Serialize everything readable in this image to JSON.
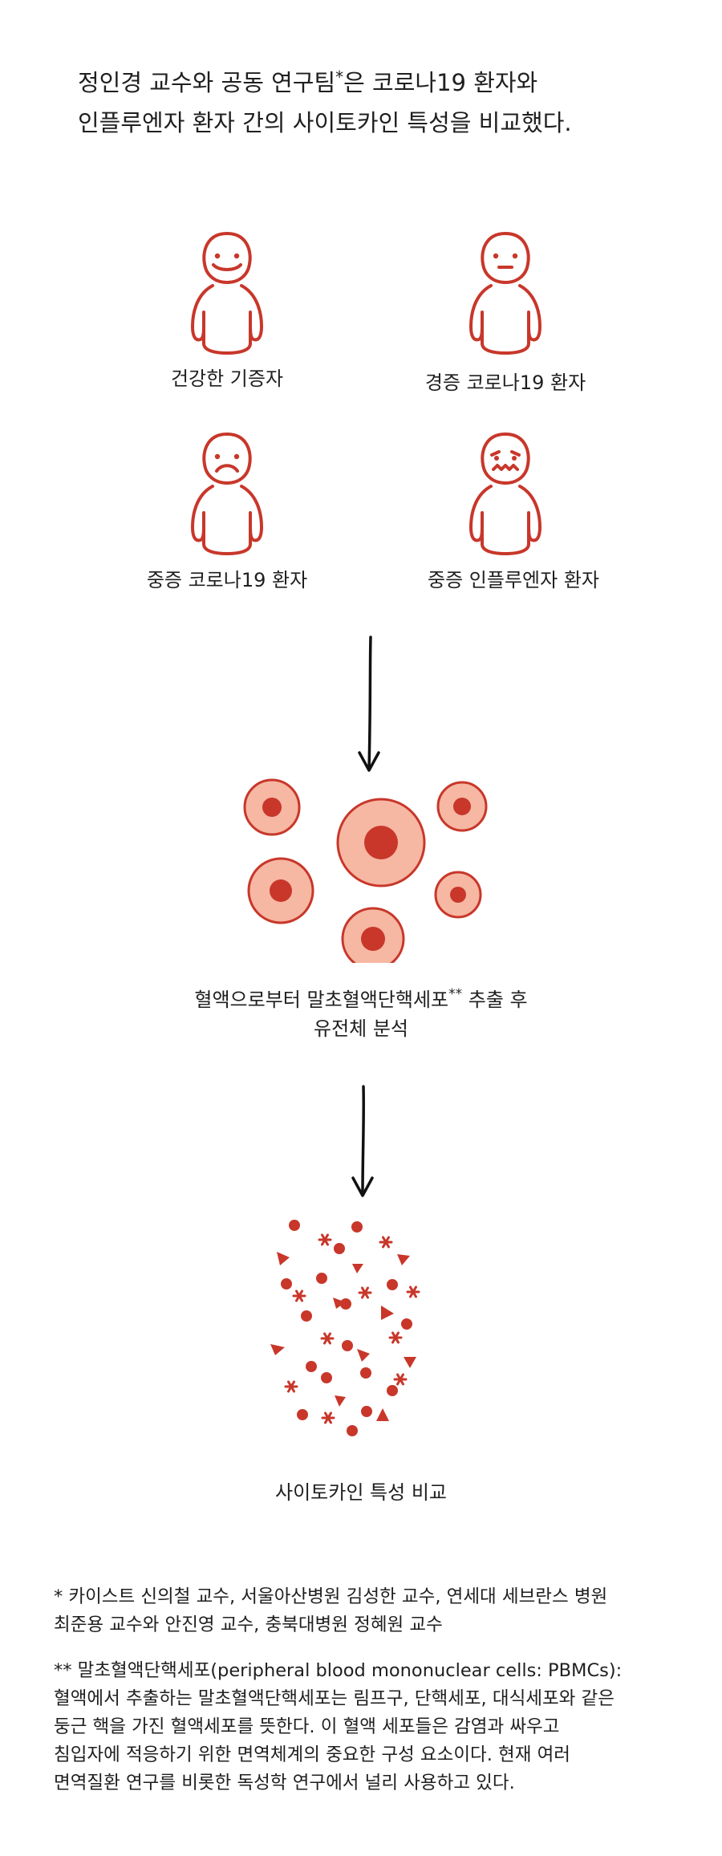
{
  "intro": {
    "line1_pre": "정인경 교수와 공동 연구팀",
    "line1_mark": "*",
    "line1_post": "은 코로나19 환자와",
    "line2": "인플루엔자 환자 간의 사이토카인 특성을 비교했다."
  },
  "groups": [
    {
      "label": "건강한 기증자",
      "face": "smile"
    },
    {
      "label": "경증 코로나19 환자",
      "face": "neutral"
    },
    {
      "label": "중증 코로나19 환자",
      "face": "sad"
    },
    {
      "label": "중증 인플루엔자 환자",
      "face": "sick"
    }
  ],
  "step_pbmc": {
    "line1_pre": "혈액으로부터 말초혈액단핵세포",
    "line1_mark": "**",
    "line1_post": " 추출 후",
    "line2": "유전체 분석"
  },
  "step_cytokine": {
    "label": "사이토카인 특성 비교"
  },
  "footnotes": [
    {
      "line1": "* 카이스트 신의철 교수, 서울아산병원 김성한 교수, 연세대 세브란스 병원",
      "line2": "최준용 교수와 안진영 교수, 충북대병원 정혜원 교수"
    },
    {
      "line1": "** 말초혈액단핵세포(peripheral blood mononuclear cells: PBMCs):",
      "line2": "혈액에서 추출하는 말초혈액단핵세포는 림프구, 단핵세포, 대식세포와 같은",
      "line3": "둥근 핵을 가진 혈액세포를 뜻한다. 이 혈액 세포들은 감염과 싸우고",
      "line4": "침입자에 적응하기 위한 면역체계의 중요한 구성 요소이다. 현재 여러",
      "line5": "면역질환 연구를 비롯한 독성학 연구에서 널리 사용하고 있다."
    }
  ],
  "colors": {
    "line": "#c8372a",
    "cell_fill": "#f6b7a3",
    "nucleus": "#c8372a",
    "arrow": "#111111"
  }
}
